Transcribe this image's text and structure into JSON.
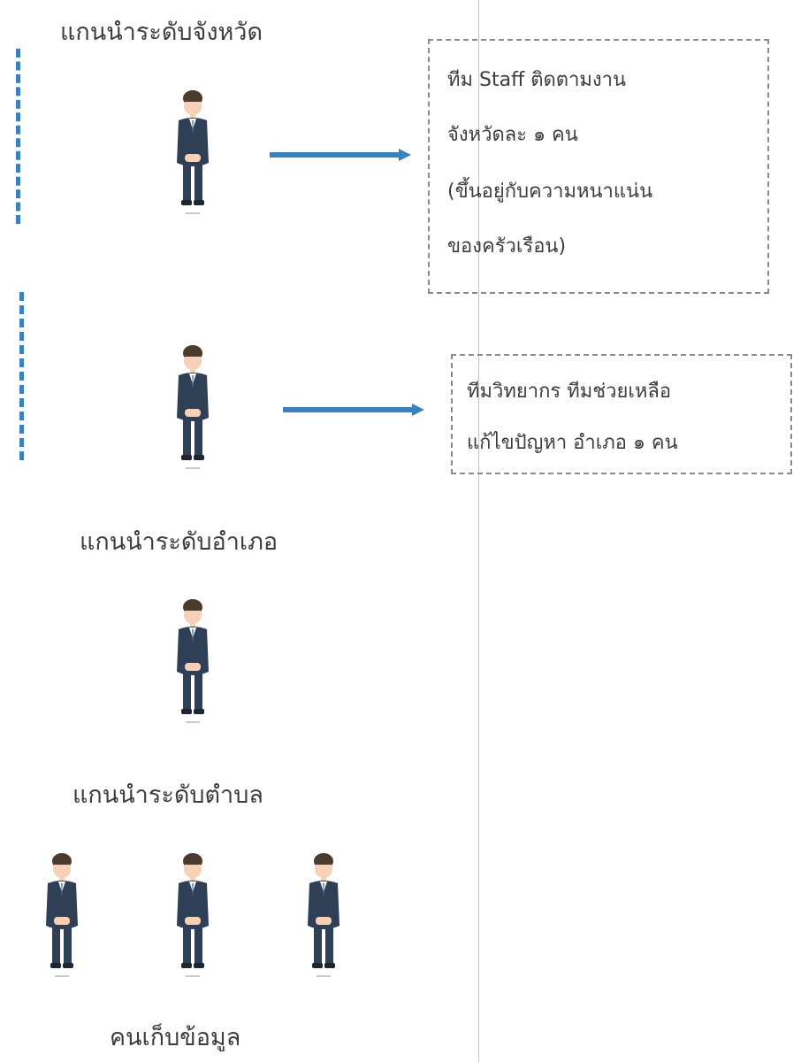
{
  "levels": {
    "province": "แกนนำระดับจังหวัด",
    "district": "แกนนำระดับอำเภอ",
    "subdistrict": "แกนนำระดับตำบล",
    "collectors": "คนเก็บข้อมูล"
  },
  "notes": {
    "province_staff": [
      "ทีม Staff ติดตามงาน",
      "จังหวัดละ  ๑ คน",
      "(ขึ้นอยู่กับความหนาแน่น",
      "ของครัวเรือน)"
    ],
    "district_team": [
      "ทีมวิทยากร ทีมช่วยเหลือ",
      "แก้ไขปัญหา อำเภอ  ๑  คน"
    ]
  },
  "icons": {
    "person": "person-icon"
  },
  "colors": {
    "arrow": "#3a82be",
    "suit": "#2f3f55",
    "box_border": "#8a8a8a"
  }
}
